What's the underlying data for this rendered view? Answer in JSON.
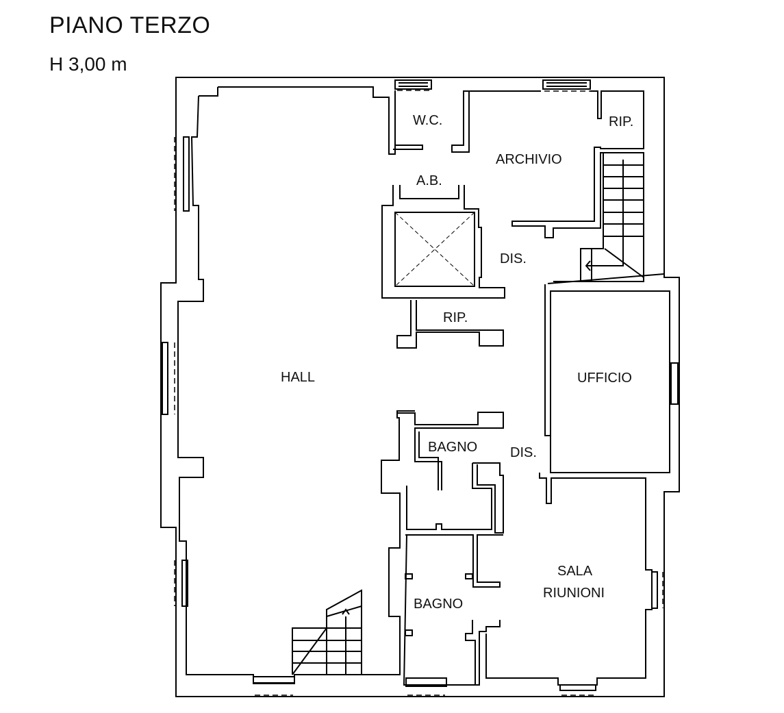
{
  "header": {
    "title": "PIANO TERZO",
    "height": "H 3,00 m"
  },
  "rooms": {
    "wc": "W.C.",
    "rip_top": "RIP.",
    "archivio": "ARCHIVIO",
    "ab": "A.B.",
    "dis_top": "DIS.",
    "rip_mid": "RIP.",
    "hall": "HALL",
    "ufficio": "UFFICIO",
    "bagno_1": "BAGNO",
    "dis_bottom": "DIS.",
    "bagno_2": "BAGNO",
    "sala_1": "SALA",
    "sala_2": "RIUNIONI"
  }
}
